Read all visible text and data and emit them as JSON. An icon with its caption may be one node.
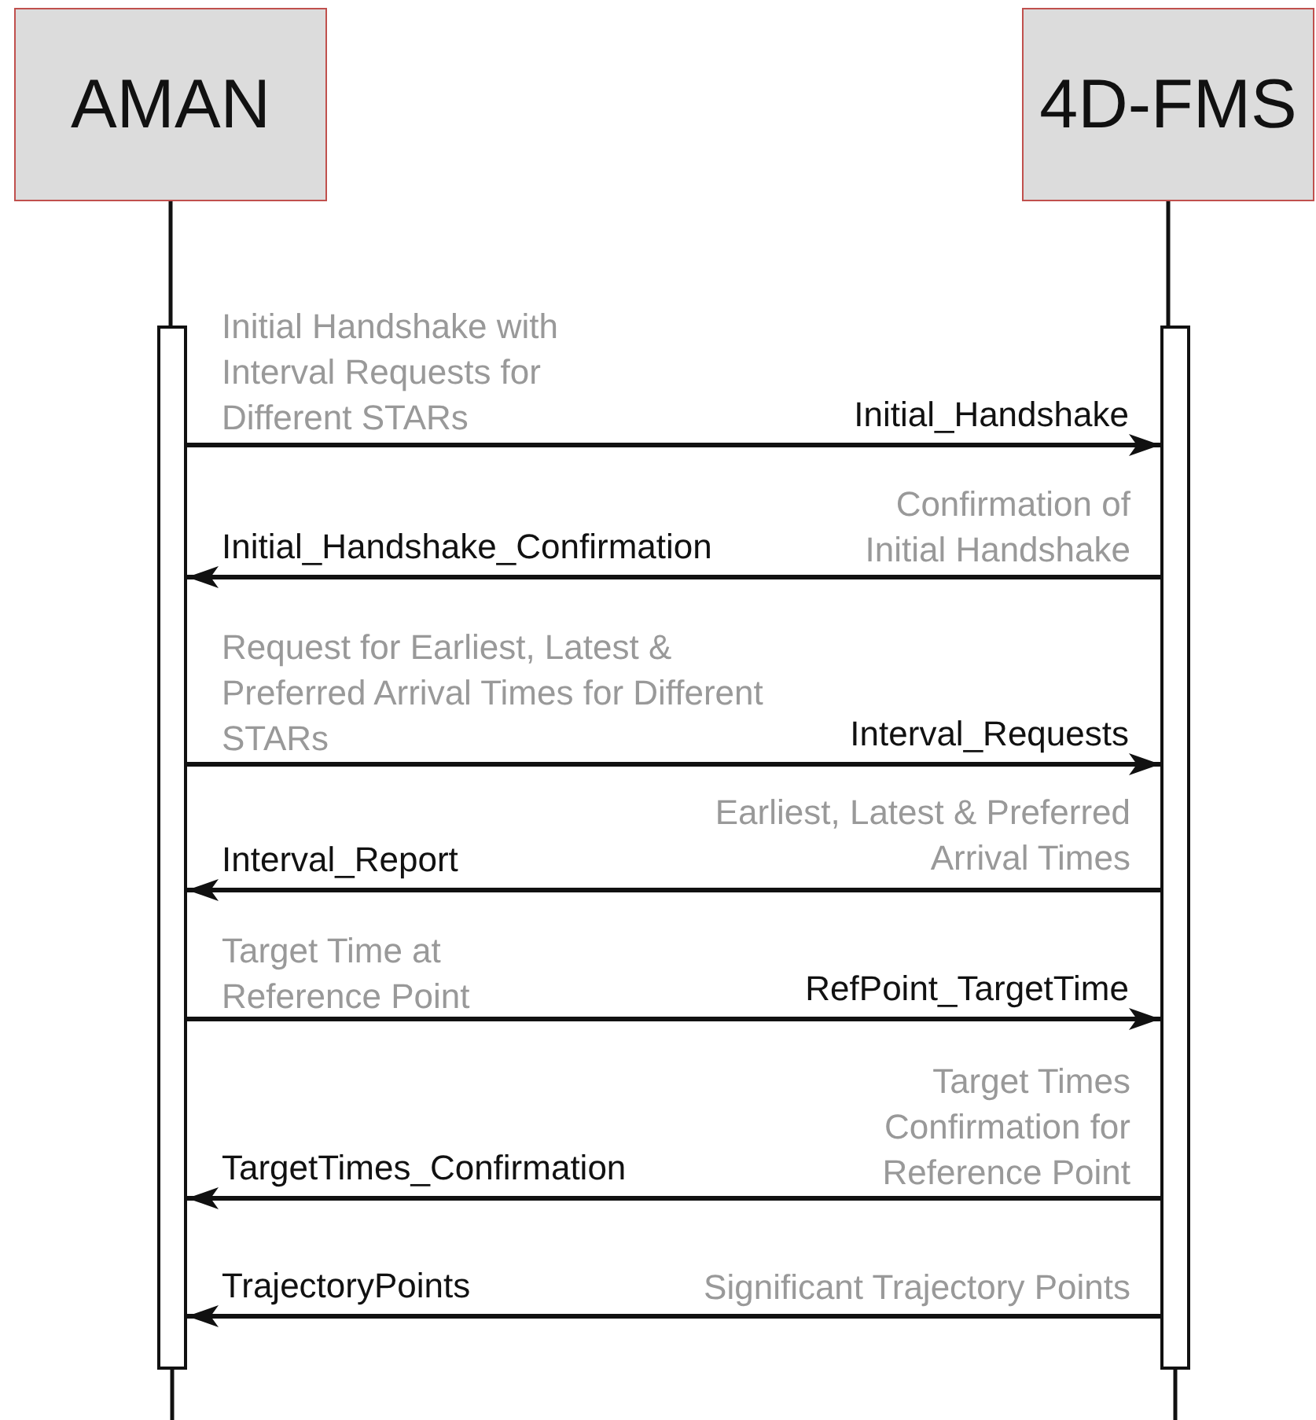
{
  "diagram": {
    "nodes": [
      {
        "text": [
          "AMAN"
        ]
      },
      {
        "text": [
          "4D-FMS"
        ]
      },
      {
        "text": [],
        "shape": "bar"
      },
      {
        "text": [],
        "shape": "bar"
      }
    ],
    "edges": [
      {
        "from": 0,
        "to": 2,
        "arrow": "none"
      },
      {
        "from": 1,
        "to": 3,
        "arrow": "none"
      },
      {
        "from": 2,
        "to": 3,
        "arrow": "to",
        "label": "Initial_Handshake"
      },
      {
        "from": 3,
        "to": 2,
        "arrow": "to",
        "label": "Initial_Handshake_Confirmation"
      },
      {
        "from": 2,
        "to": 3,
        "arrow": "to",
        "label": "Interval_Requests"
      },
      {
        "from": 3,
        "to": 2,
        "arrow": "to",
        "label": "Interval_Report"
      },
      {
        "from": 2,
        "to": 3,
        "arrow": "to",
        "label": "RefPoint_TargetTime"
      },
      {
        "from": 3,
        "to": 2,
        "arrow": "to",
        "label": "TargetTimes_Confirmation"
      },
      {
        "from": 3,
        "to": 2,
        "arrow": "to",
        "label": "TrajectoryPoints"
      }
    ],
    "labels": [
      "Initial Handshake with Interval Requests for Different STARs",
      "Confirmation of Initial Handshake",
      "Request for Earliest, Latest & Preferred Arrival Times for Different STARs",
      "Earliest, Latest & Preferred Arrival Times",
      "Target Time at Reference Point",
      "Target Times Confirmation for Reference Point",
      "Significant Trajectory Points"
    ]
  }
}
